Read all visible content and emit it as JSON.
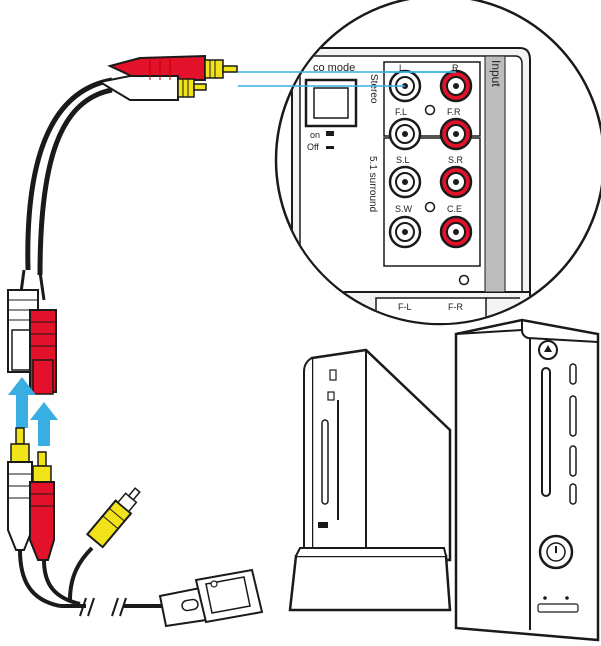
{
  "zoom_panel": {
    "vertical_label": "Input",
    "mode_label": "co mode",
    "stereo_label": "Stereo",
    "surround_label": "5.1 surround",
    "switch_on_label": "on",
    "switch_off_label": "Off",
    "jacks": {
      "l": "L",
      "r": "R",
      "fl": "F.L",
      "fr": "F.R",
      "sl": "S.L",
      "sr": "S.R",
      "sw": "S.W",
      "ce": "C.E"
    },
    "bottom_fl": "F-L",
    "bottom_fr": "F-R"
  },
  "colors": {
    "red_plug": "#e3122a",
    "yellow_plug": "#f2e21a",
    "white_plug": "#ffffff",
    "arrow": "#39aee3",
    "guide_line": "#39aee3",
    "outline": "#1a1a1a"
  },
  "icons": [
    "upload-arrow-icon",
    "power-icon",
    "eject-icon"
  ]
}
